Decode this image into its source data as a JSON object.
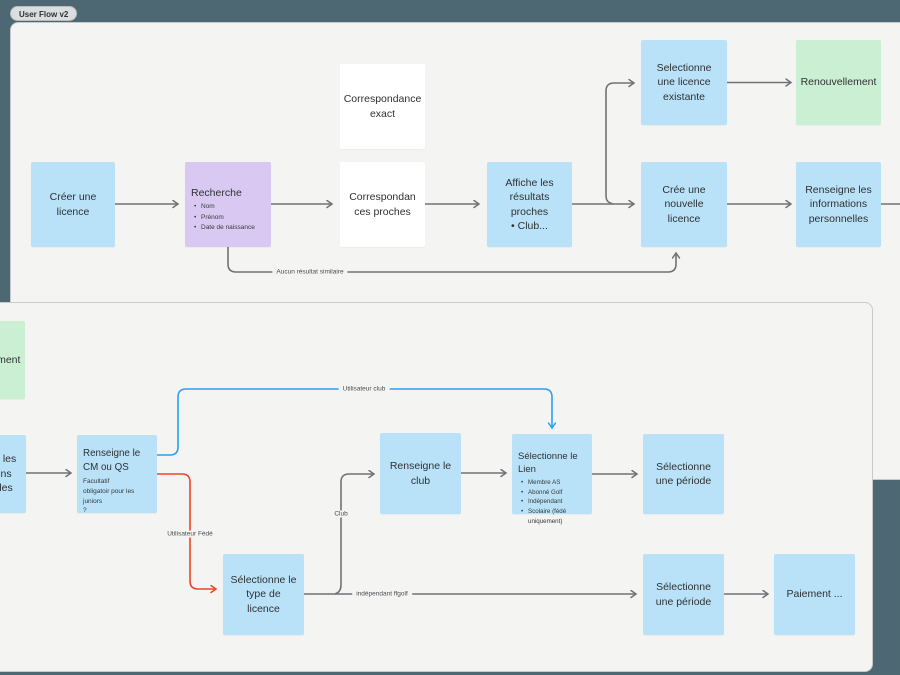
{
  "tab": {
    "label": "User Flow v2"
  },
  "colors": {
    "bg": "#4d6873",
    "frame": "#f4f4f3",
    "sticky-blue": "#b9e2f8",
    "sticky-purple": "#d9c9f2",
    "sticky-green": "#cbefd3",
    "sticky-white": "#ffffff",
    "connector": "#707274",
    "connector-blue": "#2aa0f2",
    "connector-red": "#f0432a",
    "text": "#2f3134"
  },
  "frame1": {
    "boxes": {
      "creer": {
        "label": "Créer une licence"
      },
      "recherche": {
        "title": "Recherche",
        "items": [
          "Nom",
          "Prénom",
          "Date de naissance"
        ]
      },
      "corr_exact": {
        "label": "Correspondance exact"
      },
      "corr_proches": {
        "label": "Correspondan ces proches"
      },
      "affiche": {
        "title": "Affiche les résultats proches",
        "bullet": "Club..."
      },
      "sel_existante": {
        "label": "Selectionne une licence existante"
      },
      "renouvellement": {
        "label": "Renouvellement"
      },
      "cree_nouvelle": {
        "label": "Crée une nouvelle licence"
      },
      "renseigne_infos": {
        "label": "Renseigne les informations personnelles"
      }
    },
    "labels": {
      "aucun": "Aucun résultat similaire"
    }
  },
  "frame2": {
    "boxes": {
      "renouvellement_partial": {
        "label": "Renouvellement"
      },
      "infos_partial": {
        "label": "Renseigne les informations personnelles"
      },
      "cm_qs": {
        "title": "Renseigne le CM ou QS",
        "note_lines": [
          "Facultatif",
          "obligatoir pour les juniors",
          "?"
        ]
      },
      "type_licence": {
        "label": "Sélectionne le type de licence"
      },
      "club": {
        "label": "Renseigne le club"
      },
      "lien": {
        "title": "Sélectionne le Lien",
        "items": [
          "Membre AS",
          "Abonné Golf",
          "Indépendant",
          "Scolaire (fédé uniquement)"
        ]
      },
      "periode1": {
        "label": "Sélectionne une période"
      },
      "periode2": {
        "label": "Sélectionne une période"
      },
      "paiement": {
        "label": "Paiement ..."
      }
    },
    "labels": {
      "utilisateur_club": "Utilisateur club",
      "utilisateur_fede": "Utilisateur Fédé",
      "club": "Club",
      "independant": "indépendant ffgolf"
    }
  }
}
